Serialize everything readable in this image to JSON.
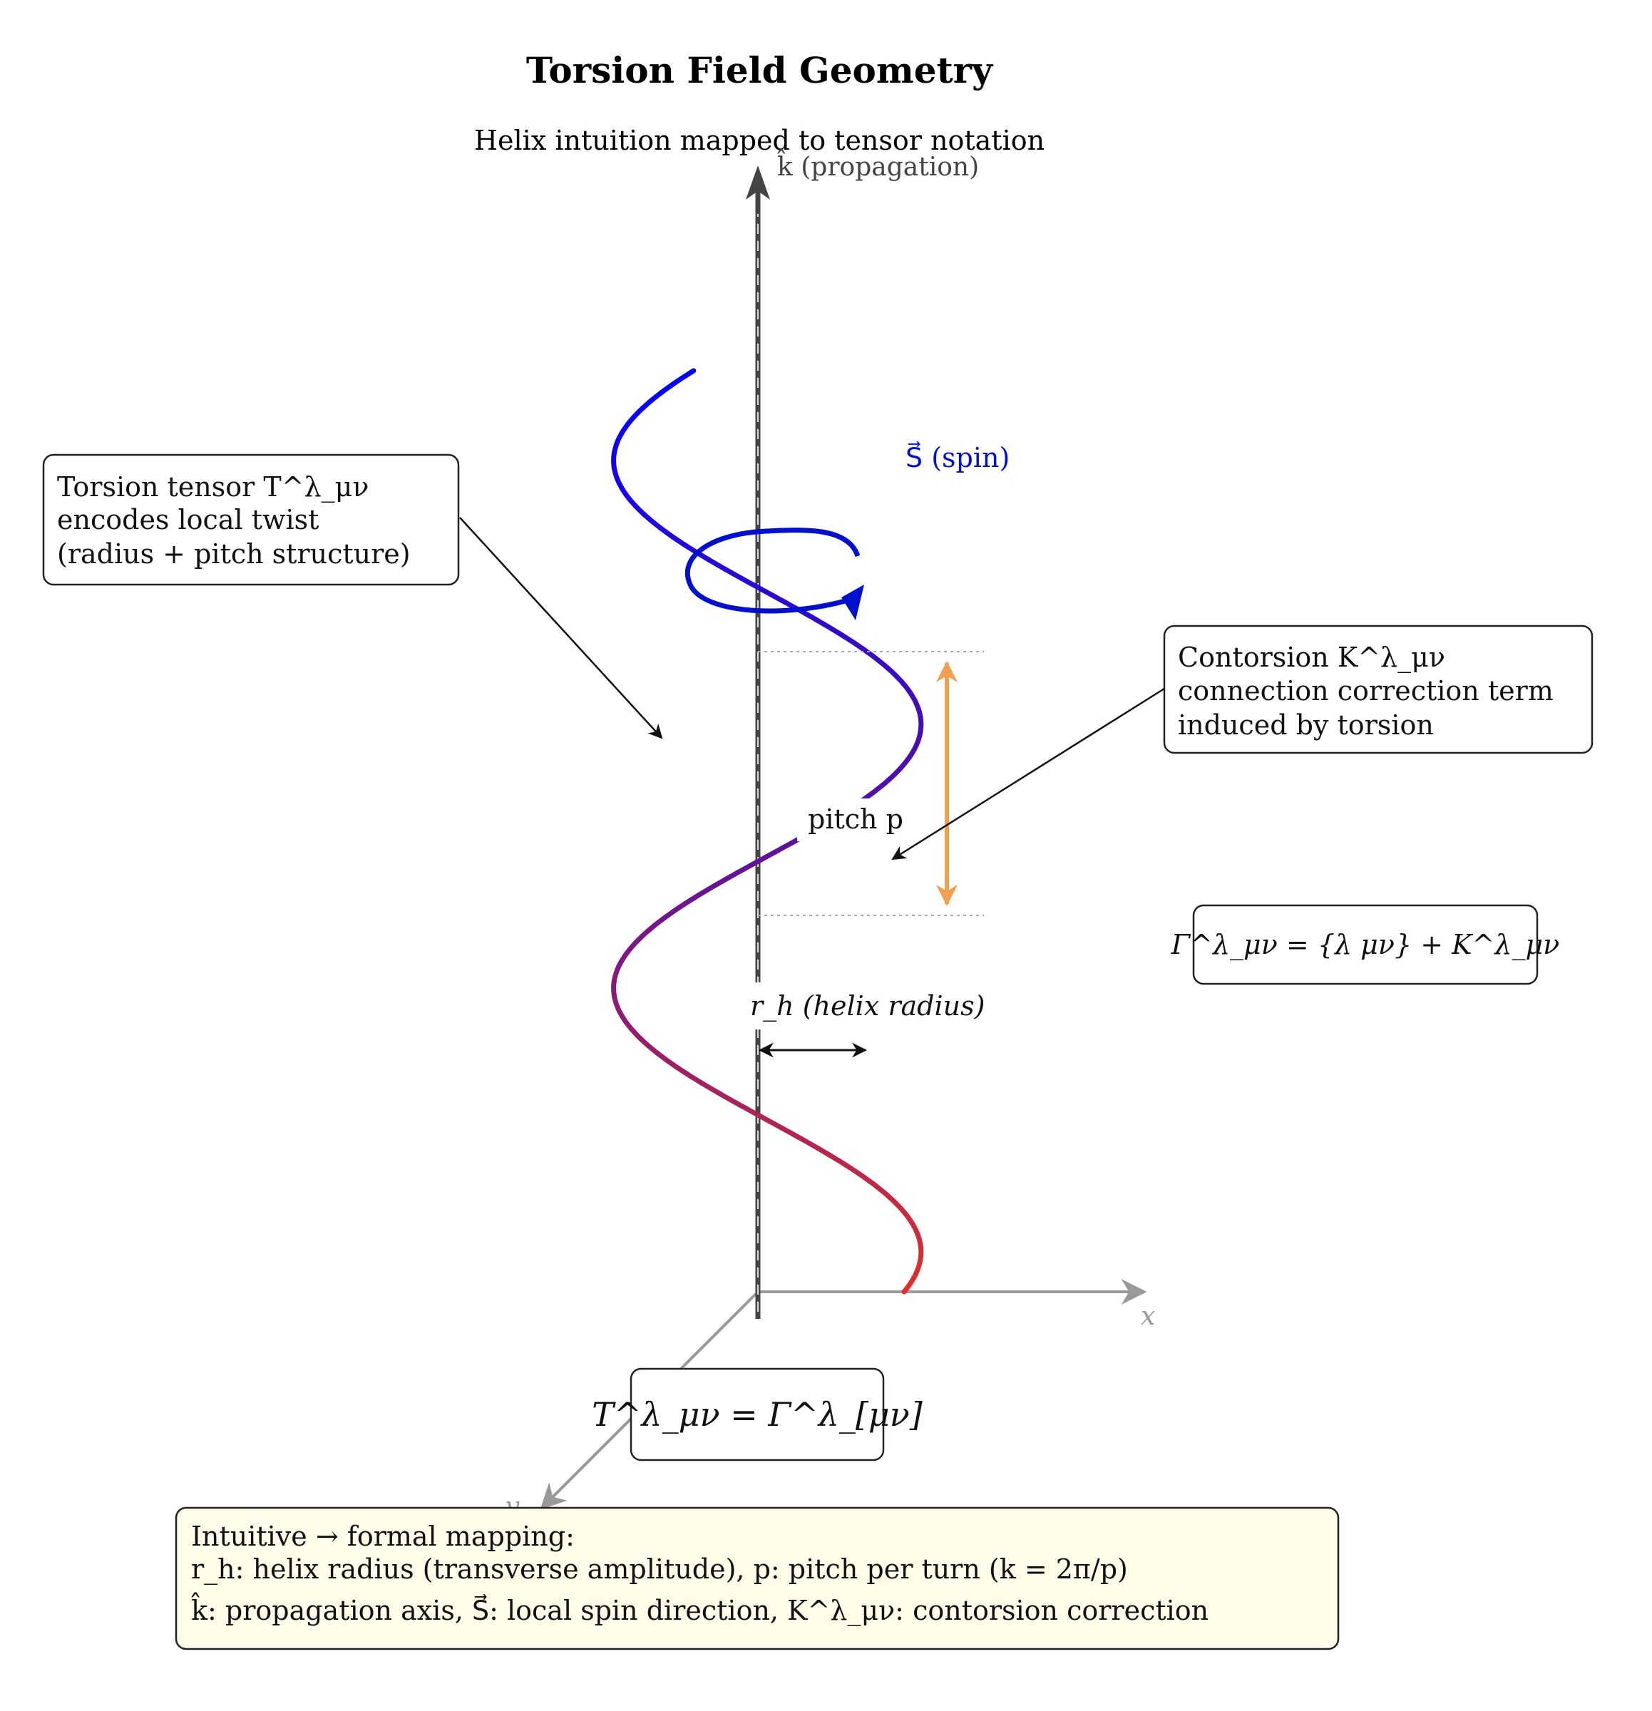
{
  "title": "Torsion Field Geometry",
  "subtitle": "Helix intuition mapped to tensor notation",
  "axes": {
    "k_label": "k̂ (propagation)",
    "x_label": "x",
    "y_label": "y"
  },
  "labels": {
    "spin": "S⃗ (spin)",
    "pitch": "pitch p",
    "radius": "r_h (helix radius)"
  },
  "torsion_box": {
    "line1": "Torsion tensor T^λ_μν",
    "line2": "encodes local twist",
    "line3": "(radius + pitch structure)"
  },
  "contorsion_box": {
    "line1": "Contorsion K^λ_μν",
    "line2": "connection correction term",
    "line3": "induced by torsion"
  },
  "connection_equation": "Γ^λ_μν = {λ μν} + K^λ_μν",
  "torsion_equation": "T^λ_μν = Γ^λ_[μν]",
  "mapping_box": {
    "line1": "Intuitive → formal mapping:",
    "line2": "r_h: helix radius (transverse amplitude),   p: pitch per turn (k = 2π/p)",
    "line3": "k̂: propagation axis,   S⃗: local spin direction,   K^λ_μν: contorsion correction"
  },
  "colors": {
    "helix_top": "#0000ff",
    "helix_bottom": "#e0302a",
    "pitch_arrow": "#f0a050",
    "axis": "#444444",
    "ref_axes": "#999999",
    "mapping_fill": "#fffdea"
  }
}
